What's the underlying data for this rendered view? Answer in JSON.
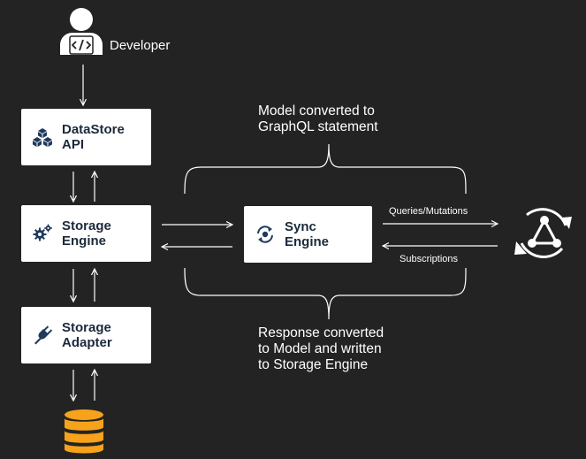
{
  "developer": {
    "label": "Developer",
    "icon": "developer-code-icon"
  },
  "boxes": {
    "datastore_api": {
      "lines": [
        "DataStore",
        "API"
      ],
      "icon": "cubes-icon"
    },
    "storage_engine": {
      "lines": [
        "Storage",
        "Engine"
      ],
      "icon": "gears-icon"
    },
    "storage_adapter": {
      "lines": [
        "Storage",
        "Adapter"
      ],
      "icon": "plug-icon"
    },
    "sync_engine": {
      "lines": [
        "Sync",
        "Engine"
      ],
      "icon": "sync-icon"
    }
  },
  "captions": {
    "top": {
      "lines": [
        "Model converted to",
        "GraphQL statement"
      ]
    },
    "bottom": {
      "lines": [
        "Response converted",
        "to Model and written",
        "to Storage Engine"
      ]
    }
  },
  "arrow_labels": {
    "queries": "Queries/Mutations",
    "subscriptions": "Subscriptions"
  },
  "icons": {
    "database": "database-icon",
    "appsync": "appsync-graphql-icon"
  },
  "colors": {
    "background": "#232323",
    "box": "#ffffff",
    "box_text": "#1b2a3a",
    "icon_blue": "#1f3a5c",
    "database": "#f7a21b"
  }
}
